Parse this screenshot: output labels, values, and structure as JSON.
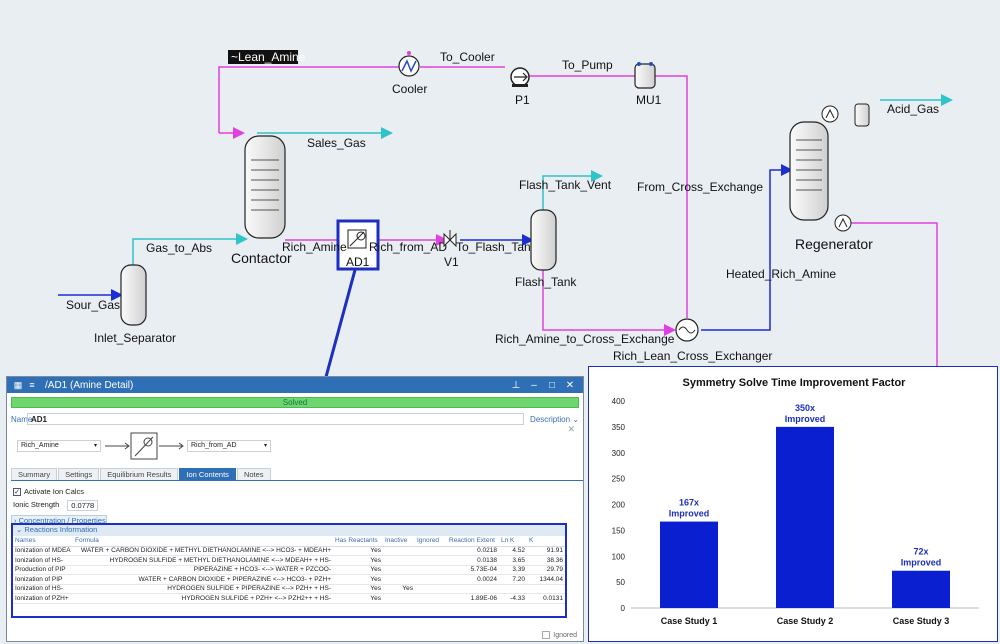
{
  "flowsheet": {
    "streams": {
      "lean_amine": "~Lean_Amine",
      "to_cooler": "To_Cooler",
      "to_pump": "To_Pump",
      "sales_gas": "Sales_Gas",
      "gas_to_abs": "Gas_to_Abs",
      "sour_gas": "Sour_Gas",
      "rich_amine": "Rich_Amine",
      "rich_from_ad": "Rich_from_AD",
      "to_flash_tank": "To_Flash_Tank",
      "flash_tank_vent": "Flash_Tank_Vent",
      "from_cross_exchange": "From_Cross_Exchange",
      "acid_gas": "Acid_Gas",
      "heated_rich_amine": "Heated_Rich_Amine",
      "rich_amine_to_cross_exchange": "Rich_Amine_to_Cross_Exchange"
    },
    "units": {
      "cooler": "Cooler",
      "pump": "P1",
      "makeup": "MU1",
      "contactor": "Contactor",
      "inlet_separator": "Inlet_Separator",
      "amine_detail": "AD1",
      "valve": "V1",
      "flash_tank": "Flash_Tank",
      "regenerator": "Regenerator",
      "cross_exchanger": "Rich_Lean_Cross_Exchanger"
    }
  },
  "detail_window": {
    "title": "/AD1 (Amine Detail)",
    "status": "Solved",
    "name_label": "Name",
    "name_value": "AD1",
    "description_link": "Description ⌄",
    "inlet_stream": "Rich_Amine",
    "outlet_stream": "Rich_from_AD",
    "tabs": [
      "Summary",
      "Settings",
      "Equilibrium Results",
      "Ion Contents",
      "Notes"
    ],
    "activate_label": "Activate Ion Calcs",
    "ionic_strength_label": "Ionic Strength",
    "ionic_strength_value": "0.0778",
    "conc_section": "Concentration / Properties",
    "reactions_title": "Reactions Information",
    "columns": [
      "Names",
      "Formula",
      "Has Reactants",
      "Inactive",
      "Ignored",
      "Reaction Extent",
      "Ln K",
      "K"
    ],
    "rows": [
      [
        "Ionization of MDEA",
        "WATER + CARBON DIOXIDE + METHYL DIETHANOLAMINE <--> HCO3- + MDEAH+",
        "Yes",
        "",
        "",
        "0.0218",
        "4.52",
        "91.91"
      ],
      [
        "Ionization of HS-",
        "HYDROGEN SULFIDE + METHYL DIETHANOLAMINE <--> MDEAH+ + HS-",
        "Yes",
        "",
        "",
        "0.0138",
        "3.65",
        "38.36"
      ],
      [
        "Production of PIP",
        "PIPERAZINE + HCO3- <--> WATER + PZCOO-",
        "Yes",
        "",
        "",
        "5.73E-04",
        "3.39",
        "29.79"
      ],
      [
        "Ionization of PIP",
        "WATER + CARBON DIOXIDE + PIPERAZINE <--> HCO3- + PZH+",
        "Yes",
        "",
        "",
        "0.0024",
        "7.20",
        "1344.04"
      ],
      [
        "Ionization of HS-",
        "HYDROGEN SULFIDE + PIPERAZINE <--> PZH+ + HS-",
        "Yes",
        "Yes",
        "",
        "",
        "",
        ""
      ],
      [
        "Ionization of PZH+",
        "HYDROGEN SULFIDE + PZH+ <--> PZH2++ + HS-",
        "Yes",
        "",
        "",
        "1.89E-06",
        "-4.33",
        "0.0131"
      ]
    ],
    "ignored_label": "Ignored"
  },
  "chart_data": {
    "type": "bar",
    "title": "Symmetry Solve Time Improvement Factor",
    "categories": [
      "Case Study 1",
      "Case Study 2",
      "Case Study 3"
    ],
    "values": [
      167,
      350,
      72
    ],
    "data_labels": [
      "167x",
      "350x",
      "72x"
    ],
    "data_label_suffix": "Improved",
    "ylim": [
      0,
      400
    ],
    "yticks": [
      0,
      50,
      100,
      150,
      200,
      250,
      300,
      350,
      400
    ],
    "xlabel": "",
    "ylabel": "",
    "bar_color": "#0a1fd0",
    "grid": false
  },
  "colors": {
    "lean_line": "#e040e0",
    "gas_line": "#2ec4c8",
    "rich_line": "#1c2fd0",
    "highlight": "#1c2fc0"
  }
}
